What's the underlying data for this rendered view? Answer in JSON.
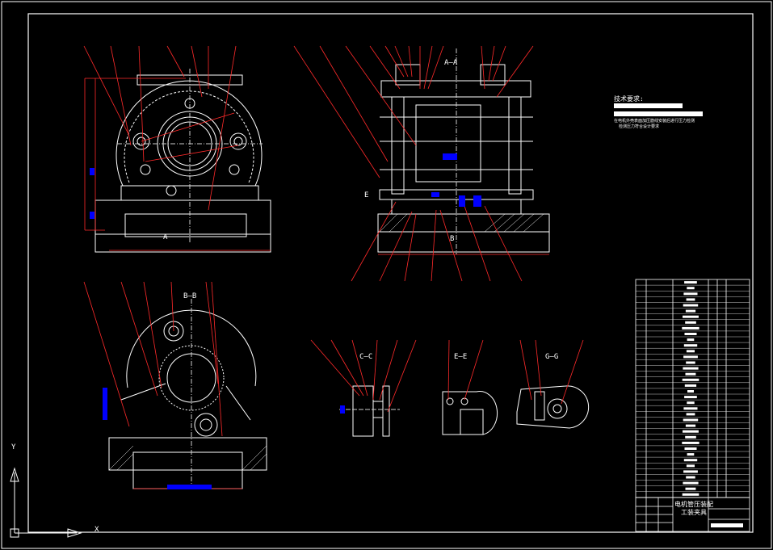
{
  "drawing": {
    "colors": {
      "background": "#000000",
      "frame": "#ffffff",
      "leader": "#ff2a2a",
      "dimension": "#ff3333",
      "highlight": "#0000ff",
      "geometry": "#ffffff"
    },
    "section_labels": {
      "aa": "A—A",
      "bb": "B—B",
      "cc": "C—C",
      "ee": "E—E",
      "gg": "G—G",
      "a_mark": "A",
      "b_mark": "B",
      "e_mark": "E"
    },
    "tech_req": {
      "title": "技术要求:",
      "line2": "在电机外壳表面加压筋线安装后进行压力检测",
      "line3": "检测压力符合设计要求"
    },
    "title_block": {
      "name_line1": "电机管压装配",
      "name_line2": "工装夹具"
    },
    "ucs": {
      "y_label": "Y",
      "x_label": "X"
    }
  }
}
